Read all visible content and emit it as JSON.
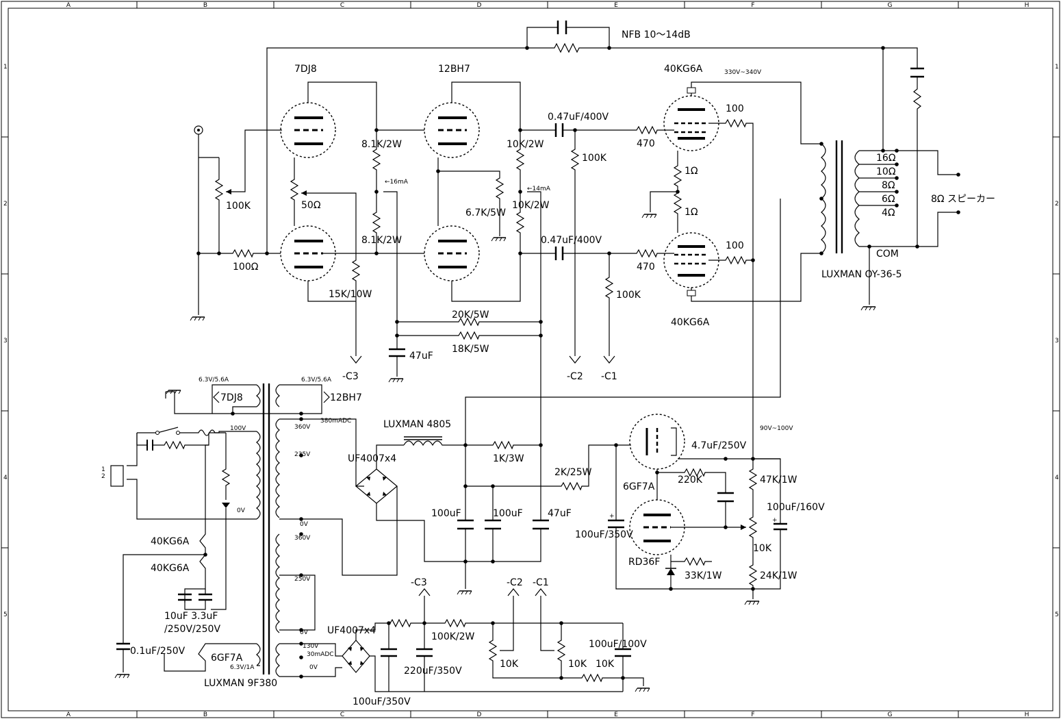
{
  "border": {
    "cols": [
      "A",
      "B",
      "C",
      "D",
      "E",
      "F",
      "G",
      "H"
    ],
    "rows": [
      "1",
      "2",
      "3",
      "4",
      "5"
    ]
  },
  "nfb": "NFB  10～14dB",
  "tubes": {
    "v1": "7DJ8",
    "v2": "12BH7",
    "v3": "40KG6A",
    "v4": "40KG6A",
    "reg": "6GF7A",
    "shunt": "RD36F"
  },
  "labels": {
    "r_vol": "100K",
    "r_grid": "100Ω",
    "r_bal": "50Ω",
    "r_cath": "15K/10W",
    "r_load1": "8.1K/2W",
    "r_load2": "8.1K/2W",
    "i_16": "←16mA",
    "r_67": "6.7K/5W",
    "r_10k_a": "10K/2W",
    "r_10k_b": "10K/2W",
    "i_14": "←14mA",
    "c_cpl1": "0.47uF/400V",
    "c_cpl2": "0.47uF/400V",
    "r_gl1": "100K",
    "r_gl2": "100K",
    "r_470a": "470",
    "r_470b": "470",
    "r_100a": "100",
    "r_100b": "100",
    "r_1a": "1Ω",
    "r_1b": "1Ω",
    "v_plate": "330V~340V",
    "r_20k": "20K/5W",
    "r_18k": "18K/5W",
    "c_47": "47uF",
    "c3": "-C3",
    "c2": "-C2",
    "c1": "-C1",
    "tap16": "16Ω",
    "tap10": "10Ω",
    "tap8": "8Ω",
    "tap6": "6Ω",
    "tap4": "4Ω",
    "com": "COM",
    "speaker": "8Ω  スピーカー",
    "opt": "LUXMAN  OY-36-5",
    "h1v": "6.3V/5.6A",
    "h1t": "7DJ8",
    "h2v": "6.3V/5.6A",
    "h2t": "12BH7",
    "ma380": "380mADC",
    "v360a": "360V",
    "v235": "235V",
    "v0a": "0V",
    "v360b": "360V",
    "v250": "250V",
    "v0b": "0V",
    "v130": "130V",
    "ma30": "30mADC",
    "v0c": "0V",
    "v100": "100V",
    "v0p": "0V",
    "choke": "LUXMAN  4805",
    "uf1": "UF4007x4",
    "uf2": "UF4007x4",
    "r_1k": "1K/3W",
    "r_2k": "2K/25W",
    "c_100a": "100uF",
    "c_100b": "100uF",
    "c_47b": "47uF",
    "c_47_250": "4.7uF/250V",
    "r_220k": "220K",
    "v_reg": "90V~100V",
    "r_47k": "47K/1W",
    "c_100_160": "100uF/160V",
    "r_10k_pot": "10K",
    "r_24k": "24K/1W",
    "c_100_350": "100uF/350V",
    "r_33k": "33K/1W",
    "h3": "40KG6A",
    "h4": "40KG6A",
    "c_10_33": "10uF  3.3uF",
    "c_10_33v": "/250V/250V",
    "c_01": "0.1uF/250V",
    "h5": "6GF7A",
    "h5v": "6.3V/1A",
    "ptr": "LUXMAN 9F380",
    "r_100k2w": "100K/2W",
    "c_220": "220uF/350V",
    "c_100_350b": "100uF/350V",
    "pot1": "10K",
    "pot2": "10K",
    "r_10k_c": "10K",
    "c_100_100": "100uF/100V",
    "pin1": "1",
    "pin2": "2"
  }
}
